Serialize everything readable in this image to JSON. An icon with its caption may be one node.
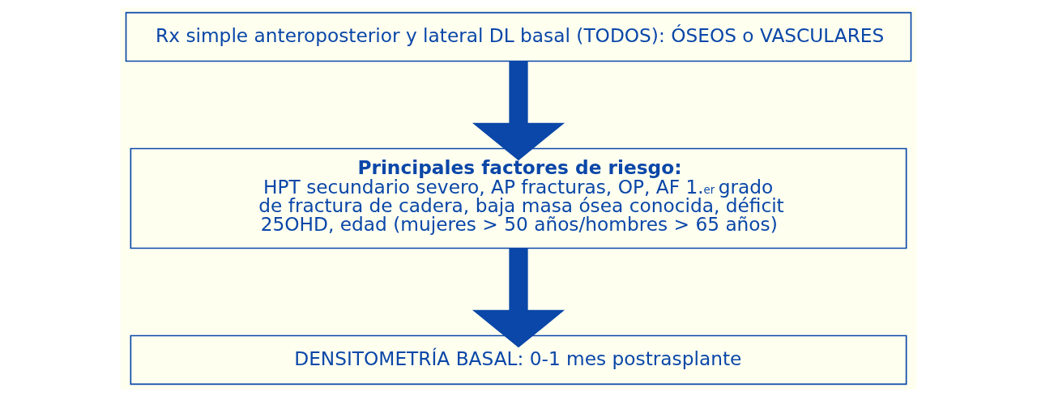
{
  "diagram": {
    "nodes": [
      {
        "text": [
          "Rx simple anteroposterior y lateral DL basal (TODOS): ÓSEOS o VASCULARES"
        ]
      },
      {
        "text": [
          "Principales factores de riesgo:",
          "HPT secundario severo, AP fracturas, OP, AF 1.$^{er}$ grado de fractura de cadera, baja masa ósea conocida, déficit 25OHD, edad (mujeres > 50 años/hombres > 65 años)"
        ]
      },
      {
        "text": [
          "DENSITOMETRÍA BASAL: 0-1 mes postrasplante"
        ]
      }
    ],
    "edges": [
      {
        "from": 0,
        "to": 1,
        "arrow": "to"
      },
      {
        "from": 1,
        "to": 2,
        "arrow": "to"
      }
    ]
  }
}
